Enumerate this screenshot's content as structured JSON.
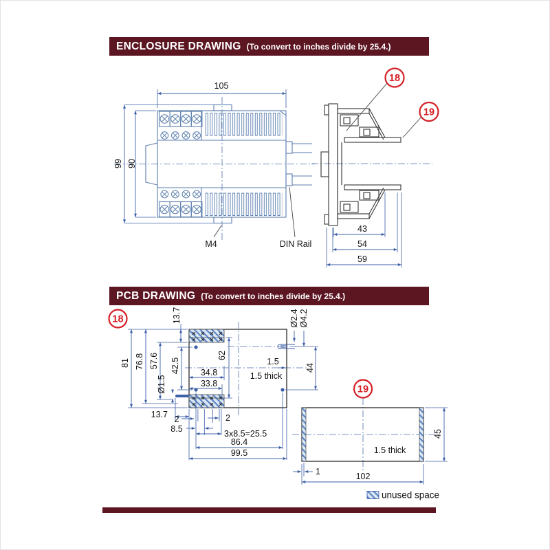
{
  "colors": {
    "maroon": "#5b1622",
    "callout_red": "#d52027",
    "drawing_blue": "#5b7fae",
    "dimension_blue": "#3c5fa8",
    "ink": "#1a1a1a",
    "hatch_fill": "#dbe7f5"
  },
  "enclosure": {
    "title": "ENCLOSURE DRAWING",
    "subtitle": "(To convert to inches divide by 25.4.)",
    "front": {
      "dim_width": "105",
      "dim_height_overall": "99",
      "dim_height_body": "90",
      "label_screw": "M4",
      "label_rail": "DIN Rail"
    },
    "side": {
      "callout_base": "18",
      "callout_cover": "19",
      "dim_depth_inner": "43",
      "dim_depth_mid": "54",
      "dim_depth_overall": "59"
    }
  },
  "pcb": {
    "title": "PCB DRAWING",
    "subtitle": "(To convert to inches divide by 25.4.)",
    "board18": {
      "callout": "18",
      "dim_top_margin": "13.7",
      "dim_height_overall": "81",
      "dim_height_76": "76.8",
      "dim_height_57": "57.6",
      "dim_hole_spacing": "42.5",
      "dim_slot_dia": "Ø1.5",
      "dim_height_62": "62",
      "dim_width_34": "34.8",
      "dim_width_33": "33.8",
      "dim_hole_dia_inner": "Ø2.4",
      "dim_hole_dia_outer": "Ø4.2",
      "dim_edge_offset": "1.5",
      "dim_right_height": "44",
      "thickness_note": "1.5 thick",
      "dim_bottom_margin": "13.7",
      "dim_gap_left": "2",
      "dim_gap_right": "2",
      "dim_pitch_single": "8.5",
      "dim_pitch_total": "3x8.5=25.5",
      "dim_hole_span": "86.4",
      "dim_width_overall": "99.5"
    },
    "board19": {
      "callout": "19",
      "dim_height": "45",
      "thickness_note": "1.5 thick",
      "dim_offset": "1",
      "dim_width": "102"
    },
    "legend_label": "unused space"
  }
}
